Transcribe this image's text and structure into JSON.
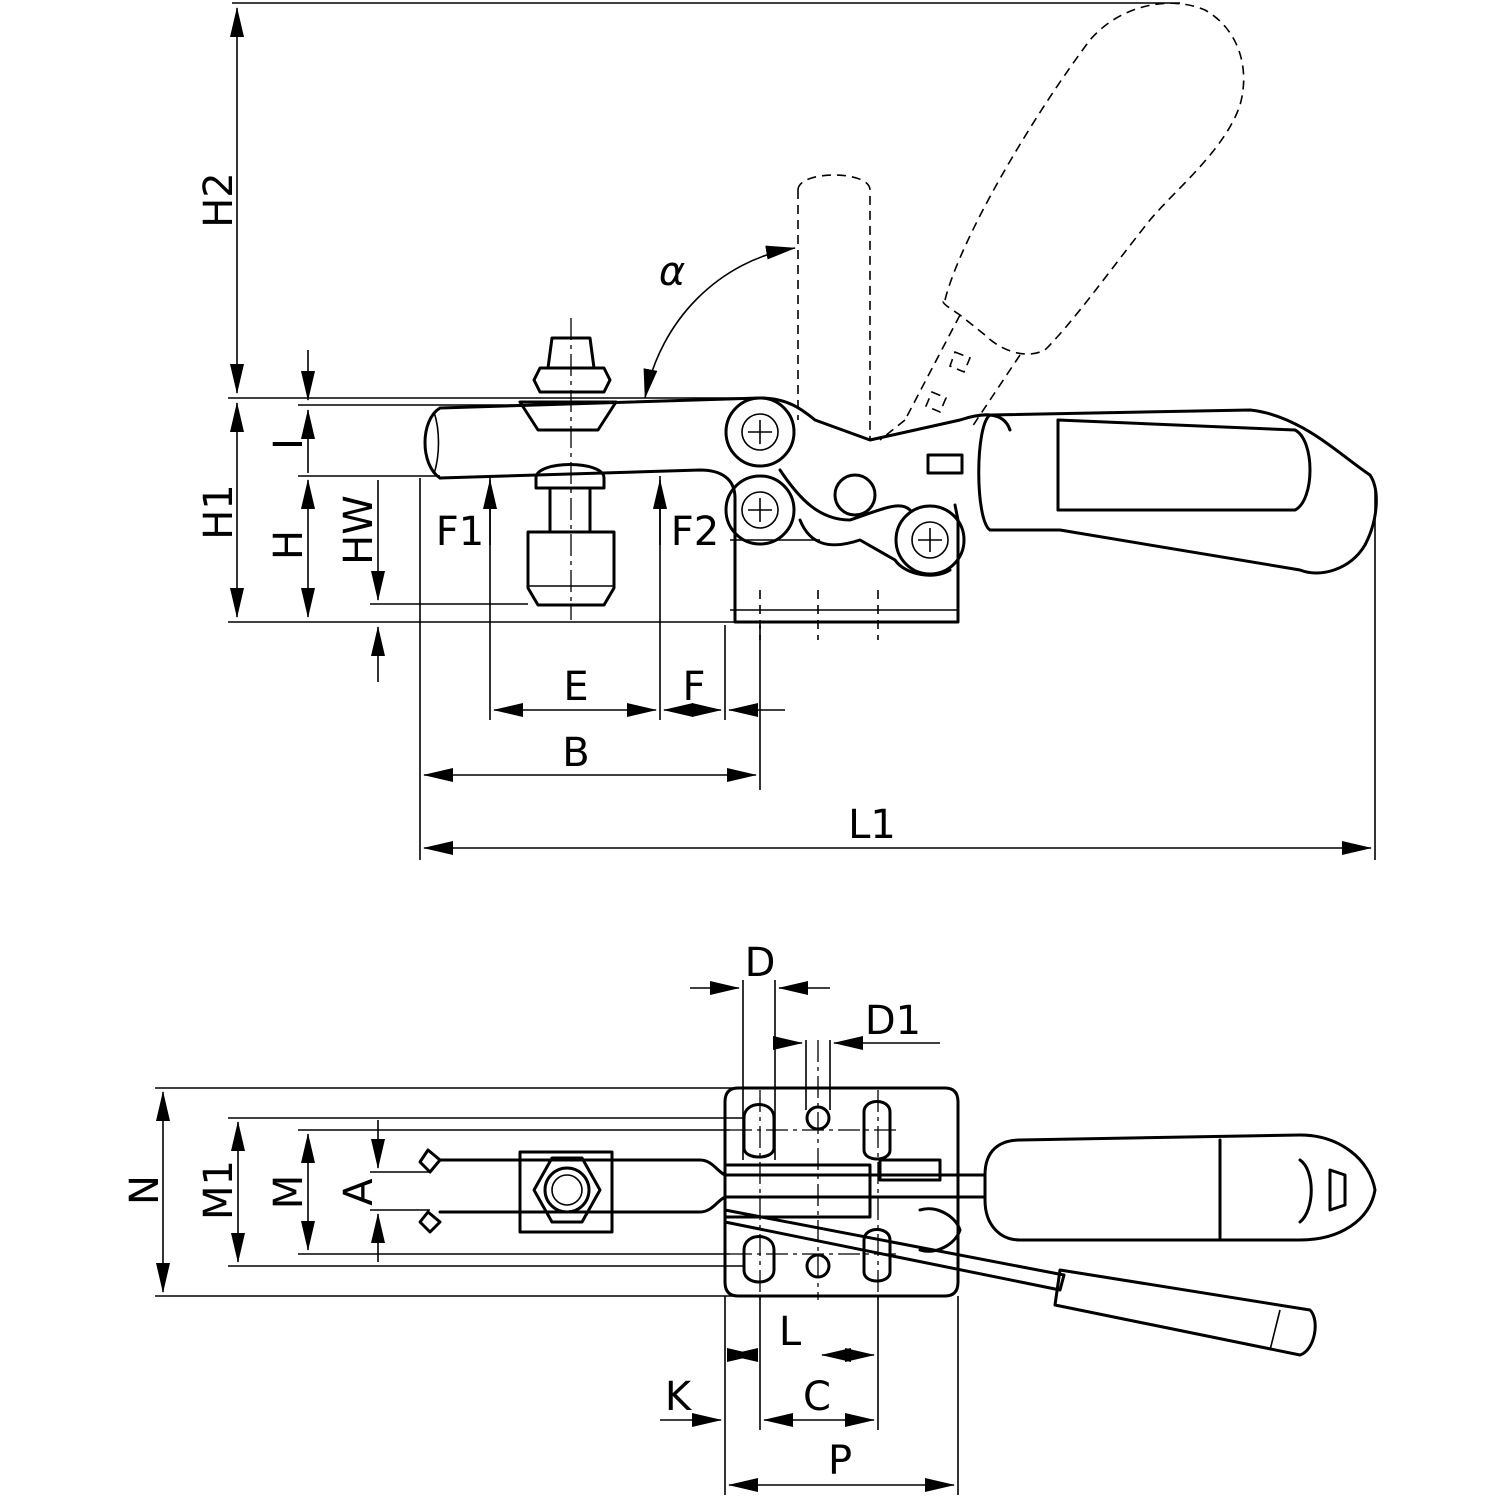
{
  "side_view": {
    "labels": {
      "H2": "H2",
      "alpha": "α",
      "I": "I",
      "H1": "H1",
      "H": "H",
      "HW": "HW",
      "F1": "F1",
      "F2": "F2",
      "E": "E",
      "F": "F",
      "B": "B",
      "L1": "L1"
    }
  },
  "top_view": {
    "labels": {
      "D": "D",
      "D1": "D1",
      "N": "N",
      "M1": "M1",
      "M": "M",
      "A": "A",
      "L": "L",
      "K": "K",
      "C": "C",
      "P": "P"
    }
  }
}
